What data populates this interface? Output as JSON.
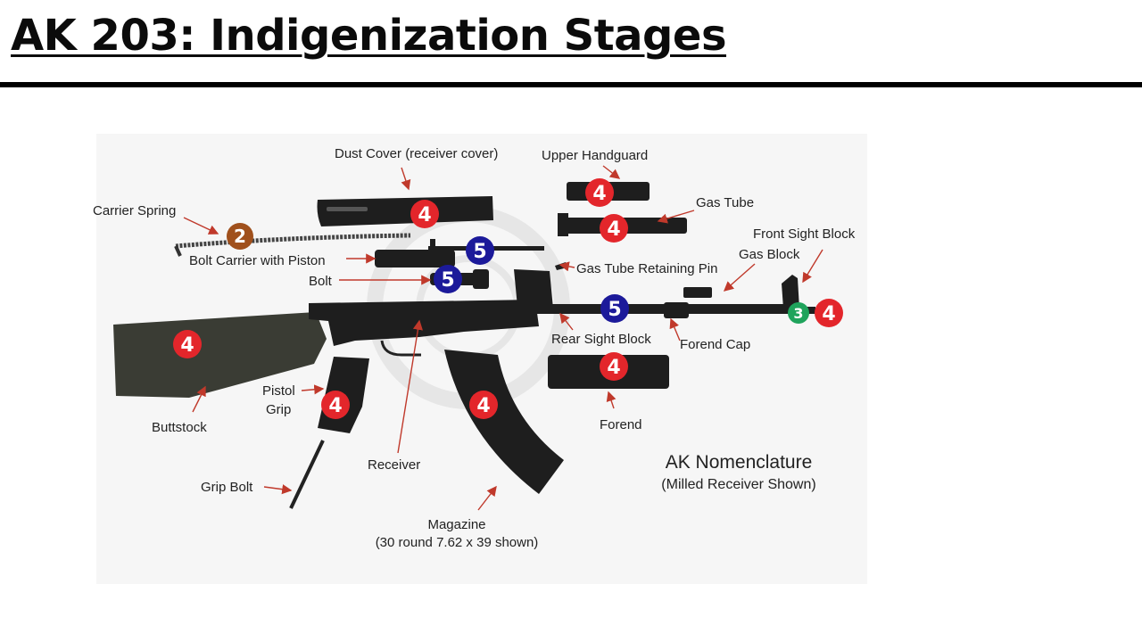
{
  "slide": {
    "title": "AK 203: Indigenization Stages"
  },
  "nomenclature": {
    "heading": "AK Nomenclature",
    "subheading": "(Milled Receiver Shown)"
  },
  "labels": {
    "dust_cover": "Dust Cover (receiver cover)",
    "upper_handguard": "Upper Handguard",
    "gas_tube": "Gas Tube",
    "front_sight_block": "Front Sight Block",
    "gas_block": "Gas Block",
    "carrier_spring": "Carrier Spring",
    "bolt_carrier": "Bolt Carrier with Piston",
    "gas_tube_pin": "Gas Tube Retaining Pin",
    "bolt": "Bolt",
    "rear_sight_block": "Rear Sight Block",
    "forend_cap": "Forend Cap",
    "pistol_grip_1": "Pistol",
    "pistol_grip_2": "Grip",
    "buttstock": "Buttstock",
    "forend": "Forend",
    "receiver": "Receiver",
    "grip_bolt": "Grip Bolt",
    "magazine_1": "Magazine",
    "magazine_2": "(30 round 7.62 x 39 shown)"
  },
  "stage_colors": {
    "2": "#a0501c",
    "3": "#1fa35c",
    "4": "#e3262b",
    "5": "#1c1a9a"
  },
  "badges": [
    {
      "part": "dust-cover",
      "stage": "4"
    },
    {
      "part": "upper-handguard",
      "stage": "4"
    },
    {
      "part": "gas-tube",
      "stage": "4"
    },
    {
      "part": "carrier-spring",
      "stage": "2"
    },
    {
      "part": "bolt-carrier",
      "stage": "5"
    },
    {
      "part": "bolt",
      "stage": "5"
    },
    {
      "part": "barrel",
      "stage": "5"
    },
    {
      "part": "front-sight-green",
      "stage": "3"
    },
    {
      "part": "front-sight-red",
      "stage": "4"
    },
    {
      "part": "buttstock",
      "stage": "4"
    },
    {
      "part": "forend",
      "stage": "4"
    },
    {
      "part": "pistol-grip",
      "stage": "4"
    },
    {
      "part": "magazine",
      "stage": "4"
    }
  ]
}
